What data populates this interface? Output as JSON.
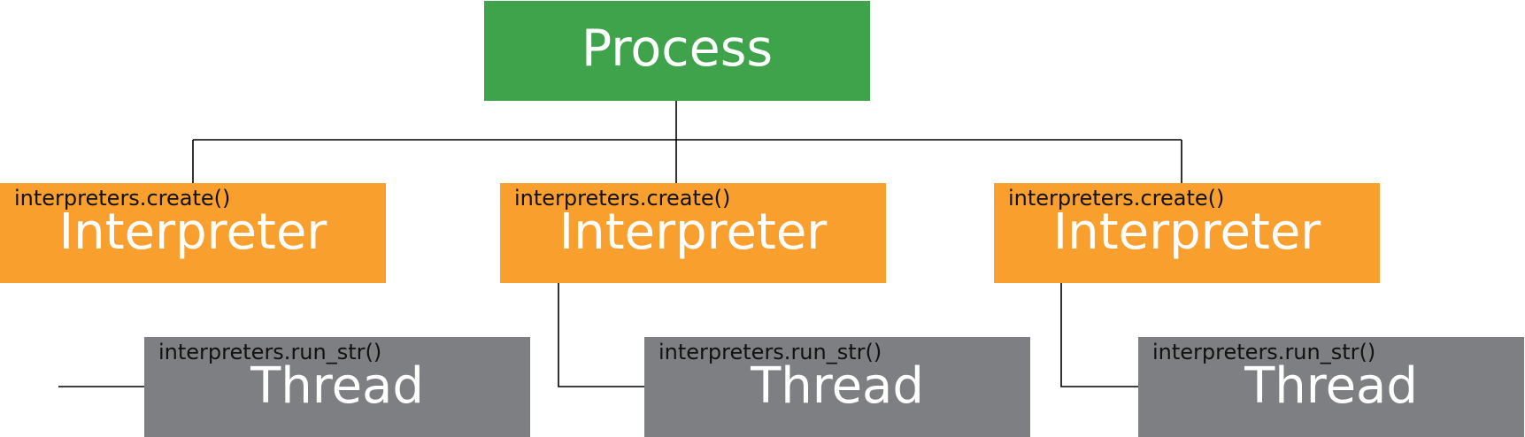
{
  "colors": {
    "process": "#3ea34a",
    "interpreter": "#f89f2e",
    "thread": "#7e7f82",
    "title_text": "#ffffff",
    "caption_text": "#111111",
    "connector": "#000000"
  },
  "process": {
    "title": "Process"
  },
  "interpreters": [
    {
      "caption": "interpreters.create()",
      "title": "Interpreter"
    },
    {
      "caption": "interpreters.create()",
      "title": "Interpreter"
    },
    {
      "caption": "interpreters.create()",
      "title": "Interpreter"
    }
  ],
  "threads": [
    {
      "caption": "interpreters.run_str()",
      "title": "Thread"
    },
    {
      "caption": "interpreters.run_str()",
      "title": "Thread"
    },
    {
      "caption": "interpreters.run_str()",
      "title": "Thread"
    }
  ]
}
